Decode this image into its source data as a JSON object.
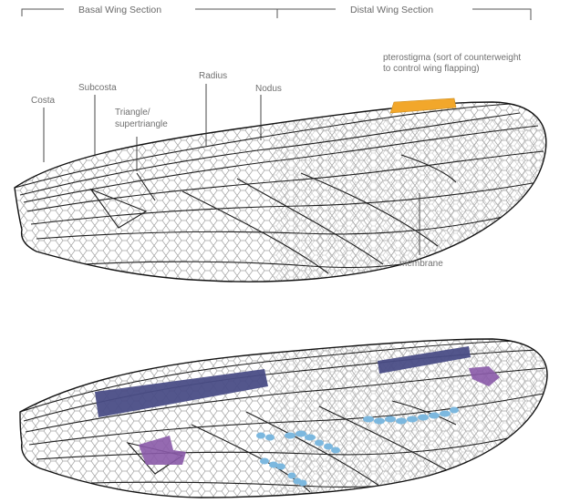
{
  "header": {
    "left_label": "Basal Wing Section",
    "right_label": "Distal Wing Section"
  },
  "labels": {
    "costa": "Costa",
    "subcosta": "Subcosta",
    "triangle_line1": "Triangle/",
    "triangle_line2": "supertriangle",
    "radius": "Radius",
    "nodus": "Nodus",
    "pterostigma_line1": "pterostigma (sort of counterweight",
    "pterostigma_line2": "to control wing flapping)",
    "membrane": "membrane"
  },
  "colors": {
    "pterostigma": "#F2A72B",
    "dark_band": "#4A4D86",
    "purple_patch": "#8A5AA8",
    "blue_spots": "#7CB8DF",
    "vein": "#1a1a1a",
    "cell": "#9a9a9a"
  }
}
